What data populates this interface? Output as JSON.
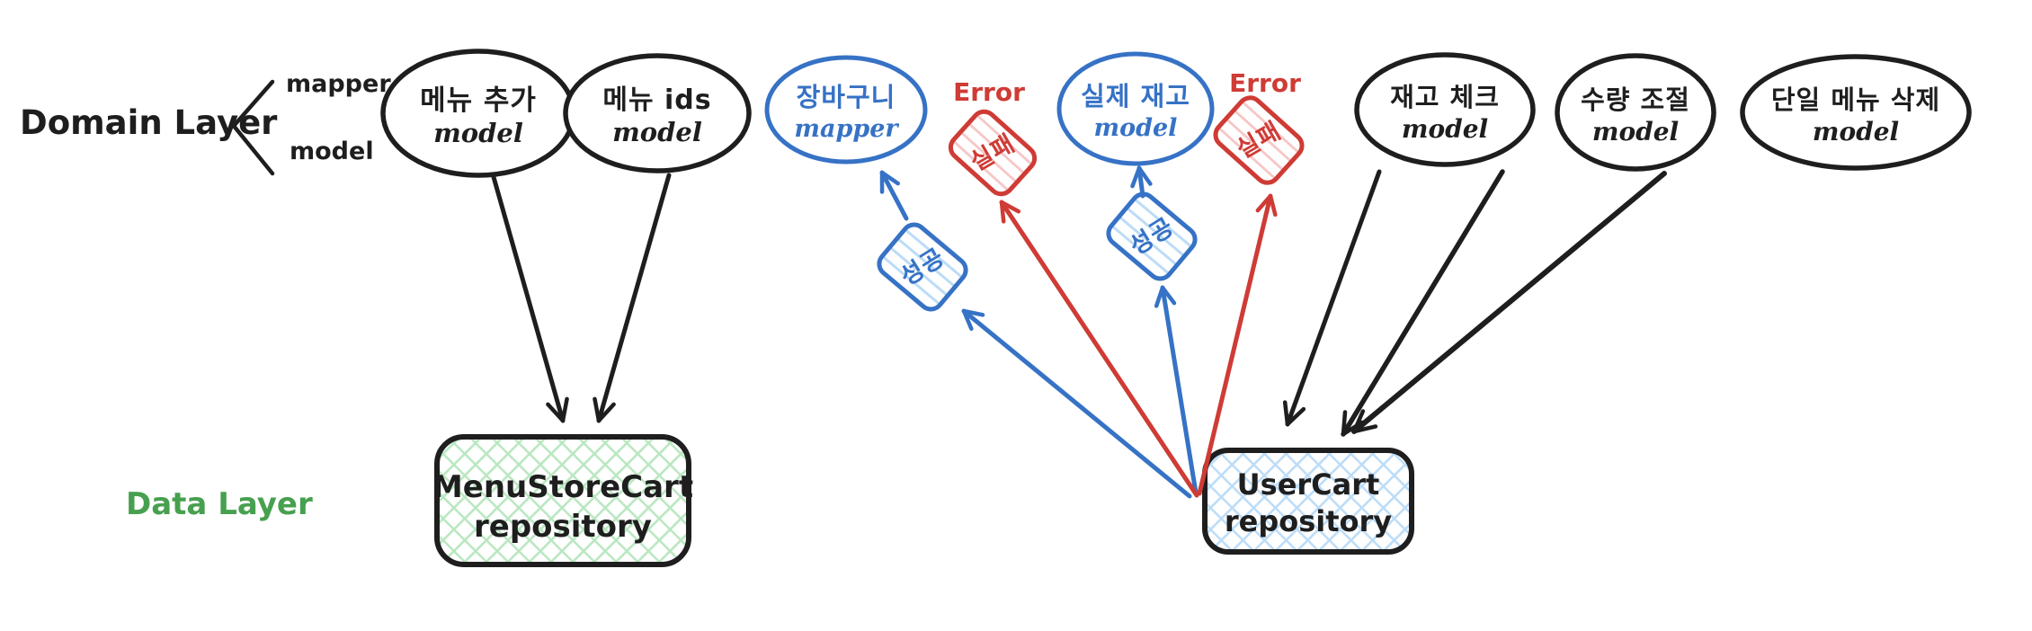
{
  "diagram": {
    "domain_layer": {
      "label": "Domain Layer",
      "bracket": {
        "top": "mapper",
        "bottom": "model"
      }
    },
    "data_layer": {
      "label": "Data Layer"
    },
    "models": {
      "menu_add": {
        "title": "메뉴 추가",
        "subtitle": "model"
      },
      "menu_ids": {
        "title": "메뉴 ids",
        "subtitle": "model"
      },
      "cart_mapper": {
        "title": "장바구니",
        "subtitle": "mapper"
      },
      "real_stock": {
        "title": "실제 재고",
        "subtitle": "model"
      },
      "stock_check": {
        "title": "재고 체크",
        "subtitle": "model"
      },
      "quantity_adjust": {
        "title": "수량 조절",
        "subtitle": "model"
      },
      "single_menu_delete": {
        "title": "단일 메뉴 삭제",
        "subtitle": "model"
      }
    },
    "results": {
      "error_label_1": "Error",
      "error_label_2": "Error",
      "fail_1": "실패",
      "fail_2": "실패",
      "success_1": "성공",
      "success_2": "성공"
    },
    "repositories": {
      "menu_store_cart": {
        "title": "MenuStoreCart",
        "subtitle": "repository"
      },
      "user_cart": {
        "title": "UserCart",
        "subtitle": "repository"
      }
    },
    "colors": {
      "ink": "#1e1e1e",
      "blue": "#3672c5",
      "red": "#cf3b35",
      "green": "#47a04f",
      "green_hatch": "#b9e7c0",
      "blue_hatch": "#bcdcf7",
      "red_hatch": "#f6c6c6",
      "background": "#ffffff"
    }
  }
}
